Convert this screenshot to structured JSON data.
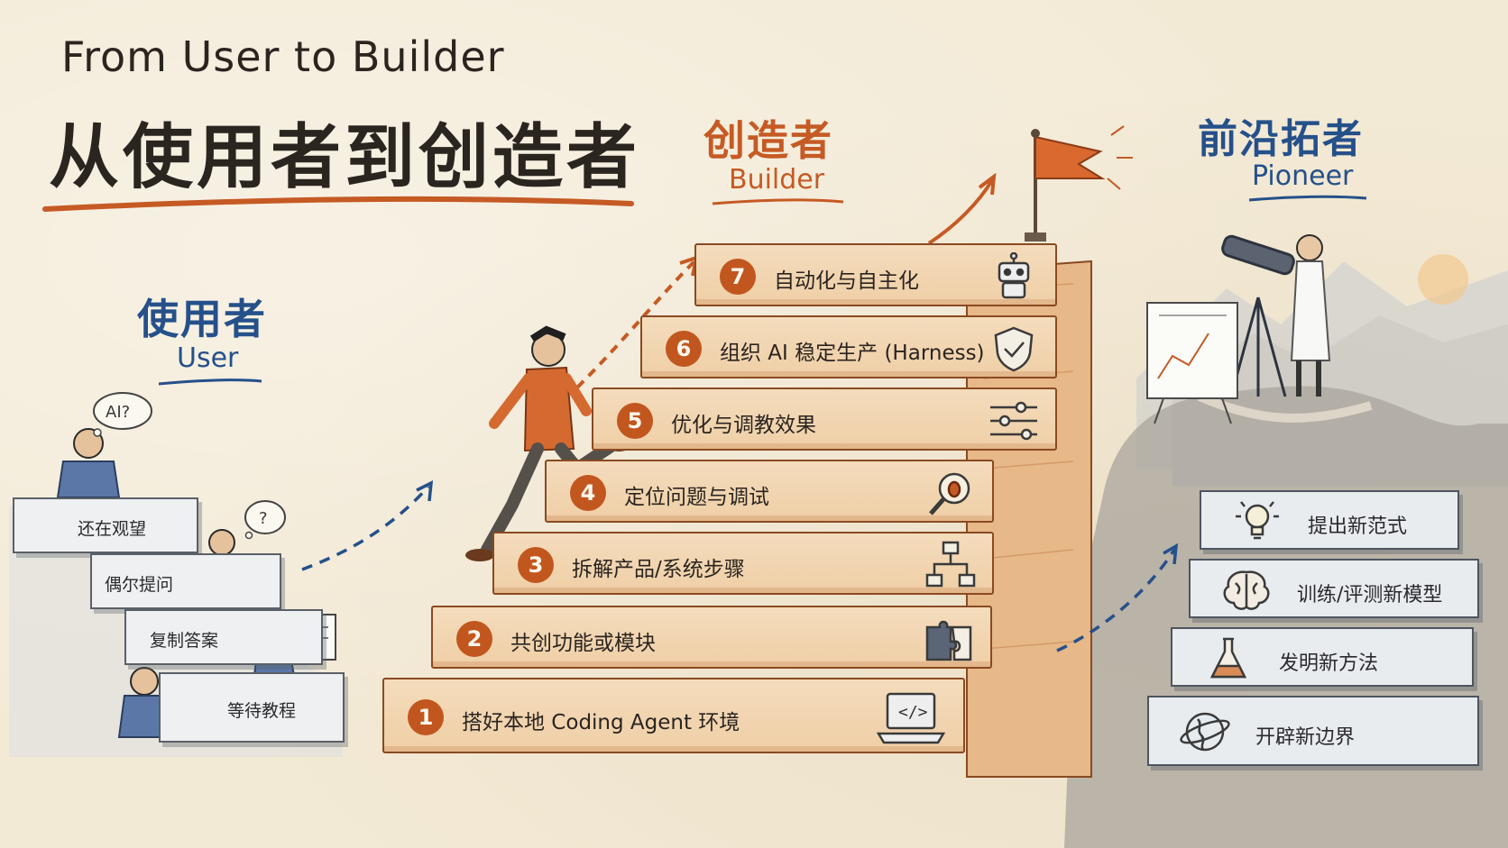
{
  "title": {
    "en": "From User to Builder",
    "zh": "从使用者到创造者"
  },
  "zones": {
    "user": {
      "zh": "使用者",
      "en": "User"
    },
    "builder": {
      "zh": "创造者",
      "en": "Builder"
    },
    "pioneer": {
      "zh": "前沿拓者",
      "en": "Pioneer"
    }
  },
  "user_steps": [
    {
      "label": "还在观望"
    },
    {
      "label": "偶尔提问"
    },
    {
      "label": "复制答案"
    },
    {
      "label": "等待教程"
    }
  ],
  "user_bubbles": [
    "AI?",
    "?"
  ],
  "builder_steps": [
    {
      "num": "1",
      "label": "搭好本地 Coding Agent 环境",
      "icon": "laptop-code-icon"
    },
    {
      "num": "2",
      "label": "共创功能或模块",
      "icon": "puzzle-icon"
    },
    {
      "num": "3",
      "label": "拆解产品/系统步骤",
      "icon": "flowchart-icon"
    },
    {
      "num": "4",
      "label": "定位问题与调试",
      "icon": "bug-magnifier-icon"
    },
    {
      "num": "5",
      "label": "优化与调教效果",
      "icon": "sliders-icon"
    },
    {
      "num": "6",
      "label": "组织 AI 稳定生产 (Harness)",
      "icon": "shield-check-icon"
    },
    {
      "num": "7",
      "label": "自动化与自主化",
      "icon": "robot-icon"
    }
  ],
  "pioneer_steps": [
    {
      "label": "提出新范式",
      "icon": "lightbulb-icon"
    },
    {
      "label": "训练/评测新模型",
      "icon": "brain-icon"
    },
    {
      "label": "发明新方法",
      "icon": "flask-icon"
    },
    {
      "label": "开辟新边界",
      "icon": "globe-icon"
    }
  ],
  "colors": {
    "accent_orange": "#c2561f",
    "accent_blue": "#25508a",
    "paper": "#f3ead6",
    "step_fill": "#f4dcbc"
  }
}
